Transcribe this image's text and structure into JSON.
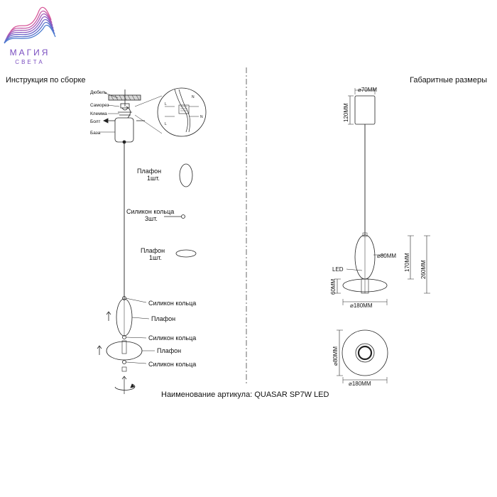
{
  "logo": {
    "word1": "МАГИЯ",
    "word2": "СВЕТА"
  },
  "left_title": "Инструкция по сборке",
  "right_title": "Габаритные размеры",
  "assembly": {
    "parts_top": [
      "Дюбель",
      "Саморез",
      "Клемма",
      "Болт",
      "База"
    ],
    "wire_labels": [
      "L",
      "N",
      "L",
      "N"
    ],
    "shade1_line1": "Плафон",
    "shade1_line2": "1шт.",
    "rings_line1": "Силикон кольца",
    "rings_line2": "3шт.",
    "shade2_line1": "Плафон",
    "shade2_line2": "1шт.",
    "labels_bottom": [
      "Силикон кольца",
      "Плафон",
      "Силикон кольца",
      "Плафон",
      "Силикон кольца"
    ]
  },
  "dimensions": {
    "canopy_diameter": "⌀70ММ",
    "canopy_height": "120ММ",
    "shade_diameter": "⌀80ММ",
    "height_170": "170ММ",
    "height_260": "260ММ",
    "led_label": "LED",
    "height_60": "60ММ",
    "disc_diameter": "⌀180ММ",
    "bottom_view_inner": "⌀80ММ",
    "bottom_view_outer": "⌀180ММ"
  },
  "article": "Наименование артикула: QUASAR SP7W LED",
  "colors": {
    "line": "#222222",
    "logo_purple": "#7a4ec0",
    "logo_pink": "#d85a9a",
    "logo_blue": "#4a7bd0"
  }
}
